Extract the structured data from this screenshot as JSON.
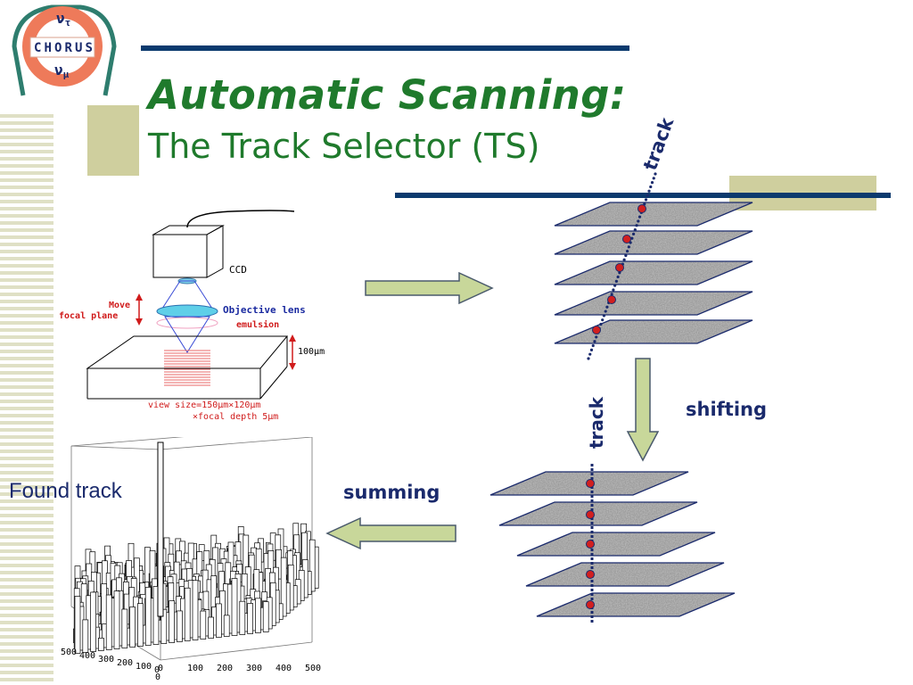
{
  "slide": {
    "title": "Automatic Scanning:",
    "subtitle": "The  Track Selector (TS)"
  },
  "logo": {
    "top_symbol": "ν",
    "top_sub": "τ",
    "bottom_symbol": "ν",
    "bottom_sub": "μ",
    "letters": [
      "C",
      "H",
      "O",
      "R",
      "U",
      "S"
    ]
  },
  "microscope": {
    "ccd": "CCD",
    "move1": "Move",
    "move2": "focal plane",
    "objective": "Objective lens",
    "emulsion": "emulsion",
    "depth": "100μm",
    "view1": "view size=150μm×120μm",
    "view2": "×focal depth 5μm"
  },
  "labels": {
    "track_top": "track",
    "track_mid": "track",
    "shifting": "shifting",
    "summing": "summing",
    "found_track": "Found track"
  },
  "plot": {
    "x_ticks": [
      "0",
      "100",
      "200",
      "300",
      "400",
      "500"
    ],
    "y_ticks": [
      "500",
      "400",
      "300",
      "200",
      "100",
      "0"
    ],
    "z_tick": "0"
  },
  "colors": {
    "title": "#1f7a2c",
    "label": "#1a2a6c",
    "bar": "#0b3a6e",
    "accent_box": "#cfcf9e",
    "arrow": "#c8d79a",
    "dot": "#d11f1f"
  }
}
